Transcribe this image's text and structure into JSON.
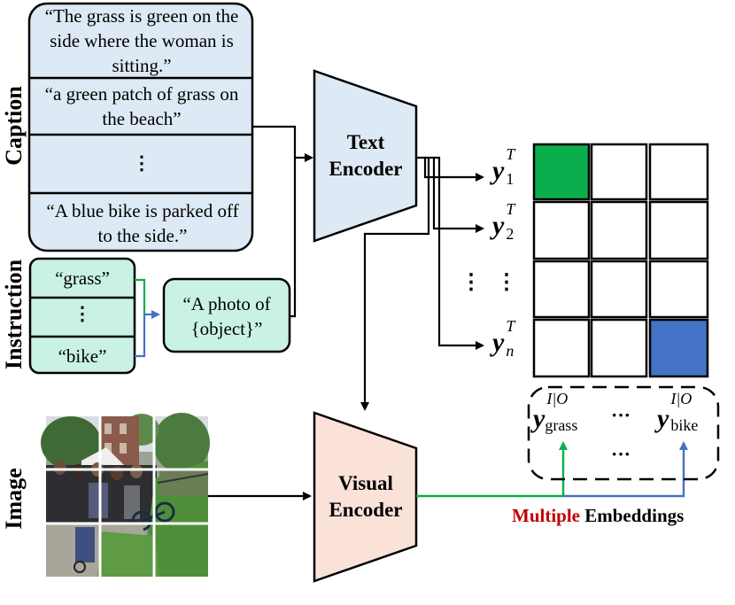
{
  "side_labels": {
    "caption": "Caption",
    "instruction": "Instruction",
    "image": "Image"
  },
  "captions": [
    "“The grass is green on the side where the woman is sitting.”",
    "“a green patch of grass on the beach”",
    "⋮",
    "“A blue bike is parked off to the side.”"
  ],
  "instructions": [
    "“grass”",
    "⋮",
    "“bike”"
  ],
  "template": "“A photo of {object}”",
  "encoders": {
    "text": "Text Encoder",
    "visual": "Visual Encoder"
  },
  "text_embeddings": {
    "rows": [
      {
        "base": "y",
        "sup": "T",
        "sub": "1"
      },
      {
        "base": "y",
        "sup": "T",
        "sub": "2"
      },
      {
        "base": "y",
        "sup": "T",
        "sub": "n"
      }
    ],
    "ellipsis": "⋮"
  },
  "grid": {
    "rows": 4,
    "cols": 3,
    "highlight_green": [
      0,
      0
    ],
    "highlight_blue": [
      3,
      2
    ],
    "green_color": "#0aae4c",
    "blue_color": "#4472c4",
    "ellipsis": "⋮"
  },
  "image_embeddings": {
    "grass": {
      "base": "y",
      "sup": "I|O",
      "sub": "grass"
    },
    "bike": {
      "base": "y",
      "sup": "I|O",
      "sub": "bike"
    },
    "hdots": "···"
  },
  "multiple_embeddings": {
    "word1": "Multiple",
    "word2": "Embeddings",
    "word1_color": "#c00000"
  },
  "colors": {
    "caption_fill": "#dde9f4",
    "instruction_fill": "#c9f2e4",
    "text_encoder_fill": "#dde9f4",
    "visual_encoder_fill": "#fbe2d8",
    "green_line": "#0aae4c",
    "blue_line": "#4472c4"
  }
}
